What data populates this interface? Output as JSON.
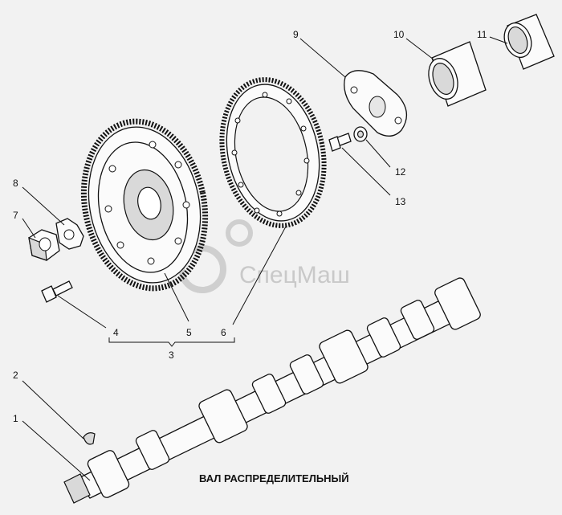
{
  "caption": "ВАЛ РАСПРЕДЕЛИТЕЛЬНЫЙ",
  "watermark": "СпецМаш",
  "callouts": [
    "1",
    "2",
    "3",
    "4",
    "5",
    "6",
    "7",
    "8",
    "9",
    "10",
    "11",
    "12",
    "13"
  ]
}
